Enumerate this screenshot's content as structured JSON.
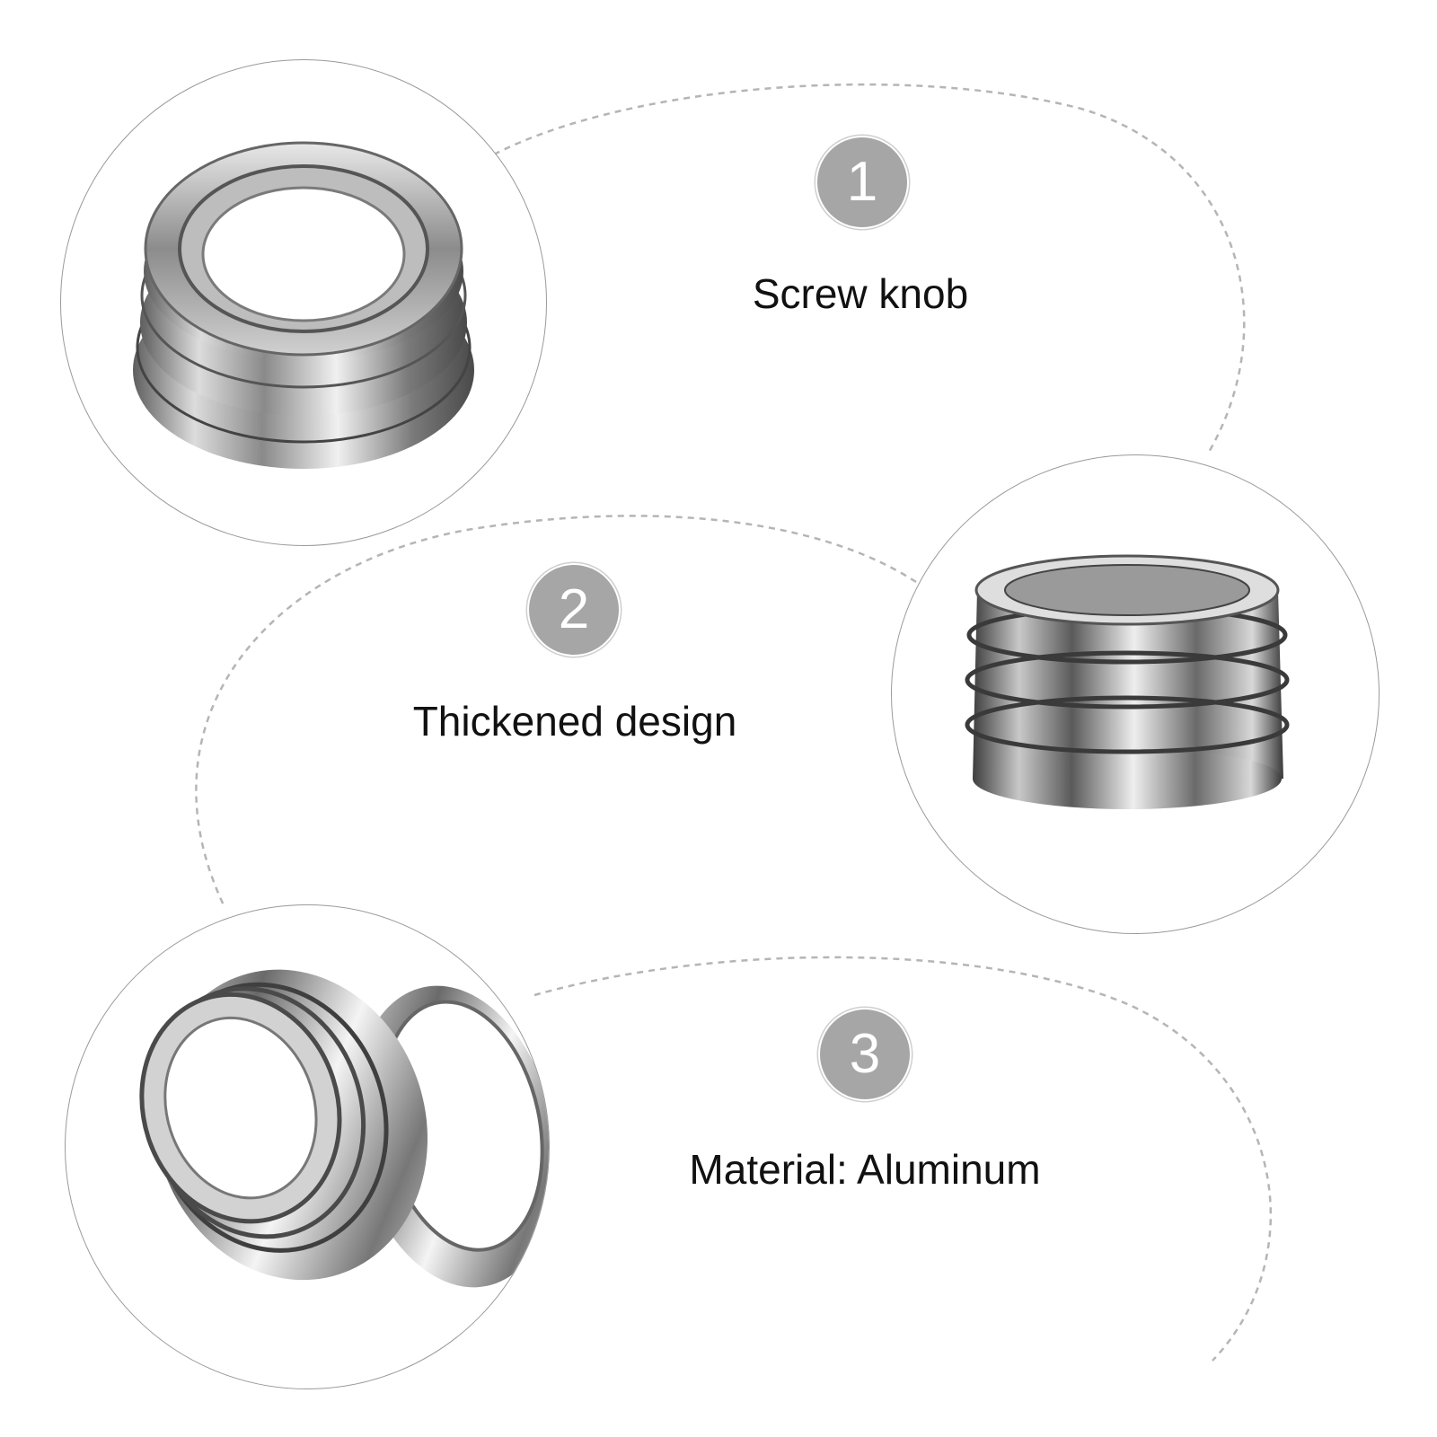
{
  "features": [
    {
      "number": "1",
      "label": "Screw knob"
    },
    {
      "number": "2",
      "label": "Thickened design"
    },
    {
      "number": "3",
      "label": "Material: Aluminum"
    }
  ],
  "colors": {
    "badge": "#a6a6a6",
    "badge_text": "#ffffff",
    "circle_border": "#9a9a9a",
    "dashed_curve": "#b5b5b5",
    "label_text": "#111111",
    "background": "#ffffff"
  },
  "icons": [
    "screw-ring-top-view-image",
    "screw-ring-side-view-image",
    "screw-ring-pair-image"
  ]
}
